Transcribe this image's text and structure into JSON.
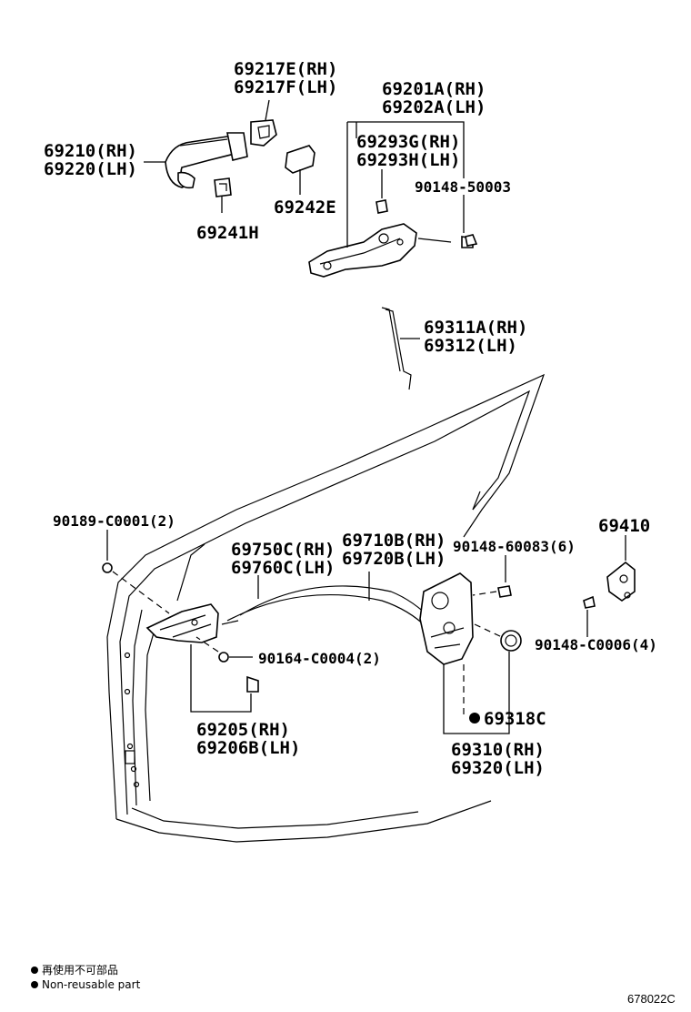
{
  "labels": {
    "p69217": [
      "69217E(RH)",
      "69217F(LH)"
    ],
    "p69210": [
      "69210(RH)",
      "69220(LH)"
    ],
    "p69241": "69241H",
    "p69242": "69242E",
    "p69201": [
      "69201A(RH)",
      "69202A(LH)"
    ],
    "p69293": [
      "69293G(RH)",
      "69293H(LH)"
    ],
    "p90148a": "90148-50003",
    "p69311": [
      "69311A(RH)",
      "69312(LH)"
    ],
    "p90189": "90189-C0001(2)",
    "p69750": [
      "69750C(RH)",
      "69760C(LH)"
    ],
    "p69710": [
      "69710B(RH)",
      "69720B(LH)"
    ],
    "p90148b": "90148-60083(6)",
    "p69410": "69410",
    "p90164": "90164-C0004(2)",
    "p90148c": "90148-C0006(4)",
    "p69318": "69318C",
    "p69205": [
      "69205(RH)",
      "69206B(LH)"
    ],
    "p69310": [
      "69310(RH)",
      "69320(LH)"
    ]
  },
  "legend": {
    "line_jp": "再使用不可部品",
    "line_en": "Non-reusable part"
  },
  "diagram_code": "678022C",
  "colors": {
    "ink": "#000000",
    "background": "#ffffff"
  }
}
